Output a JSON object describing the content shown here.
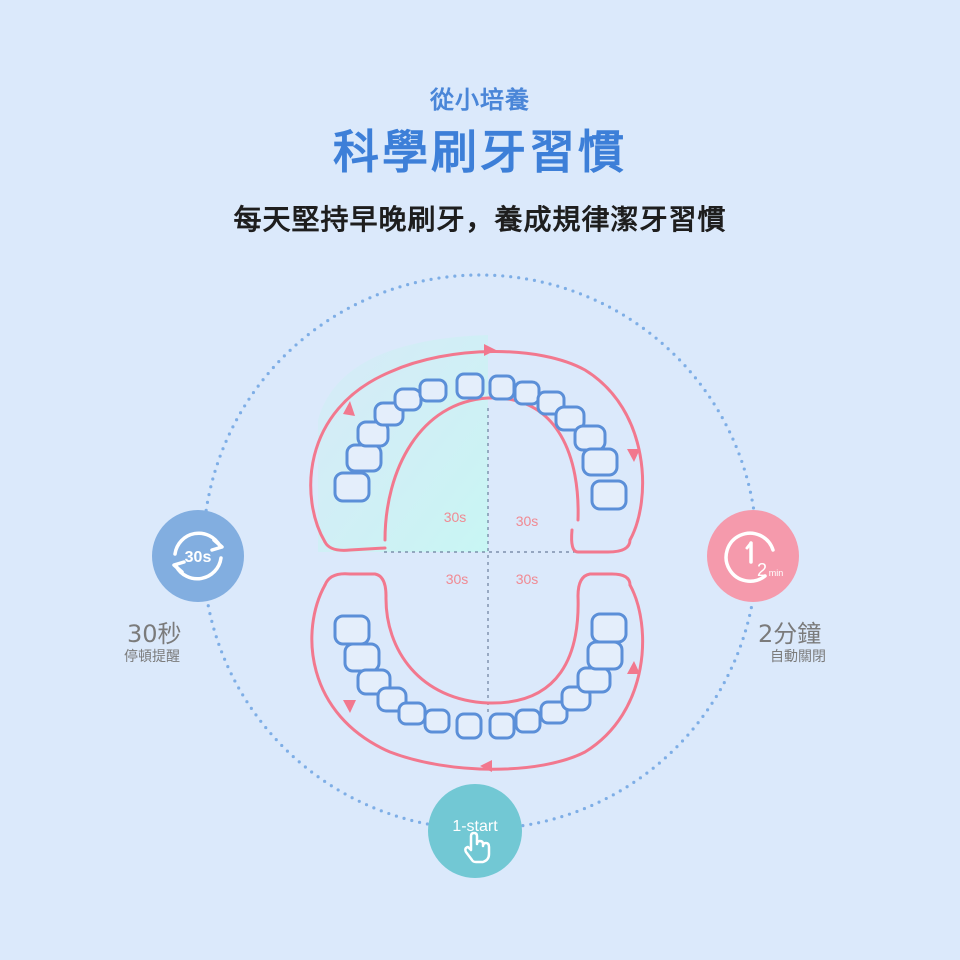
{
  "header": {
    "eyebrow": "從小培養",
    "title": "科學刷牙習慣",
    "subtitle": "每天堅持早晚刷牙，養成規律潔牙習慣"
  },
  "quadrants": {
    "upper_left": "30s",
    "upper_right": "30s",
    "lower_left": "30s",
    "lower_right": "30s"
  },
  "features": {
    "left": {
      "badge_text": "30s",
      "title": "30秒",
      "caption": "停頓提醒",
      "icon": "refresh-timer-icon",
      "color": "#82aee0"
    },
    "right": {
      "badge_number": "2",
      "badge_unit": "min",
      "title": "2分鐘",
      "caption": "自動關閉",
      "icon": "clock-2min-icon",
      "color": "#f59aac"
    },
    "bottom": {
      "badge_text": "1-start",
      "icon": "hand-pointer-icon",
      "color": "#72c8d4"
    }
  },
  "colors": {
    "background": "#dbe9fb",
    "accent_blue": "#3d7fd8",
    "arrow_pink": "#f2788e",
    "teeth_blue": "#5b8fd8",
    "dotted_circle": "#7eaee6"
  }
}
